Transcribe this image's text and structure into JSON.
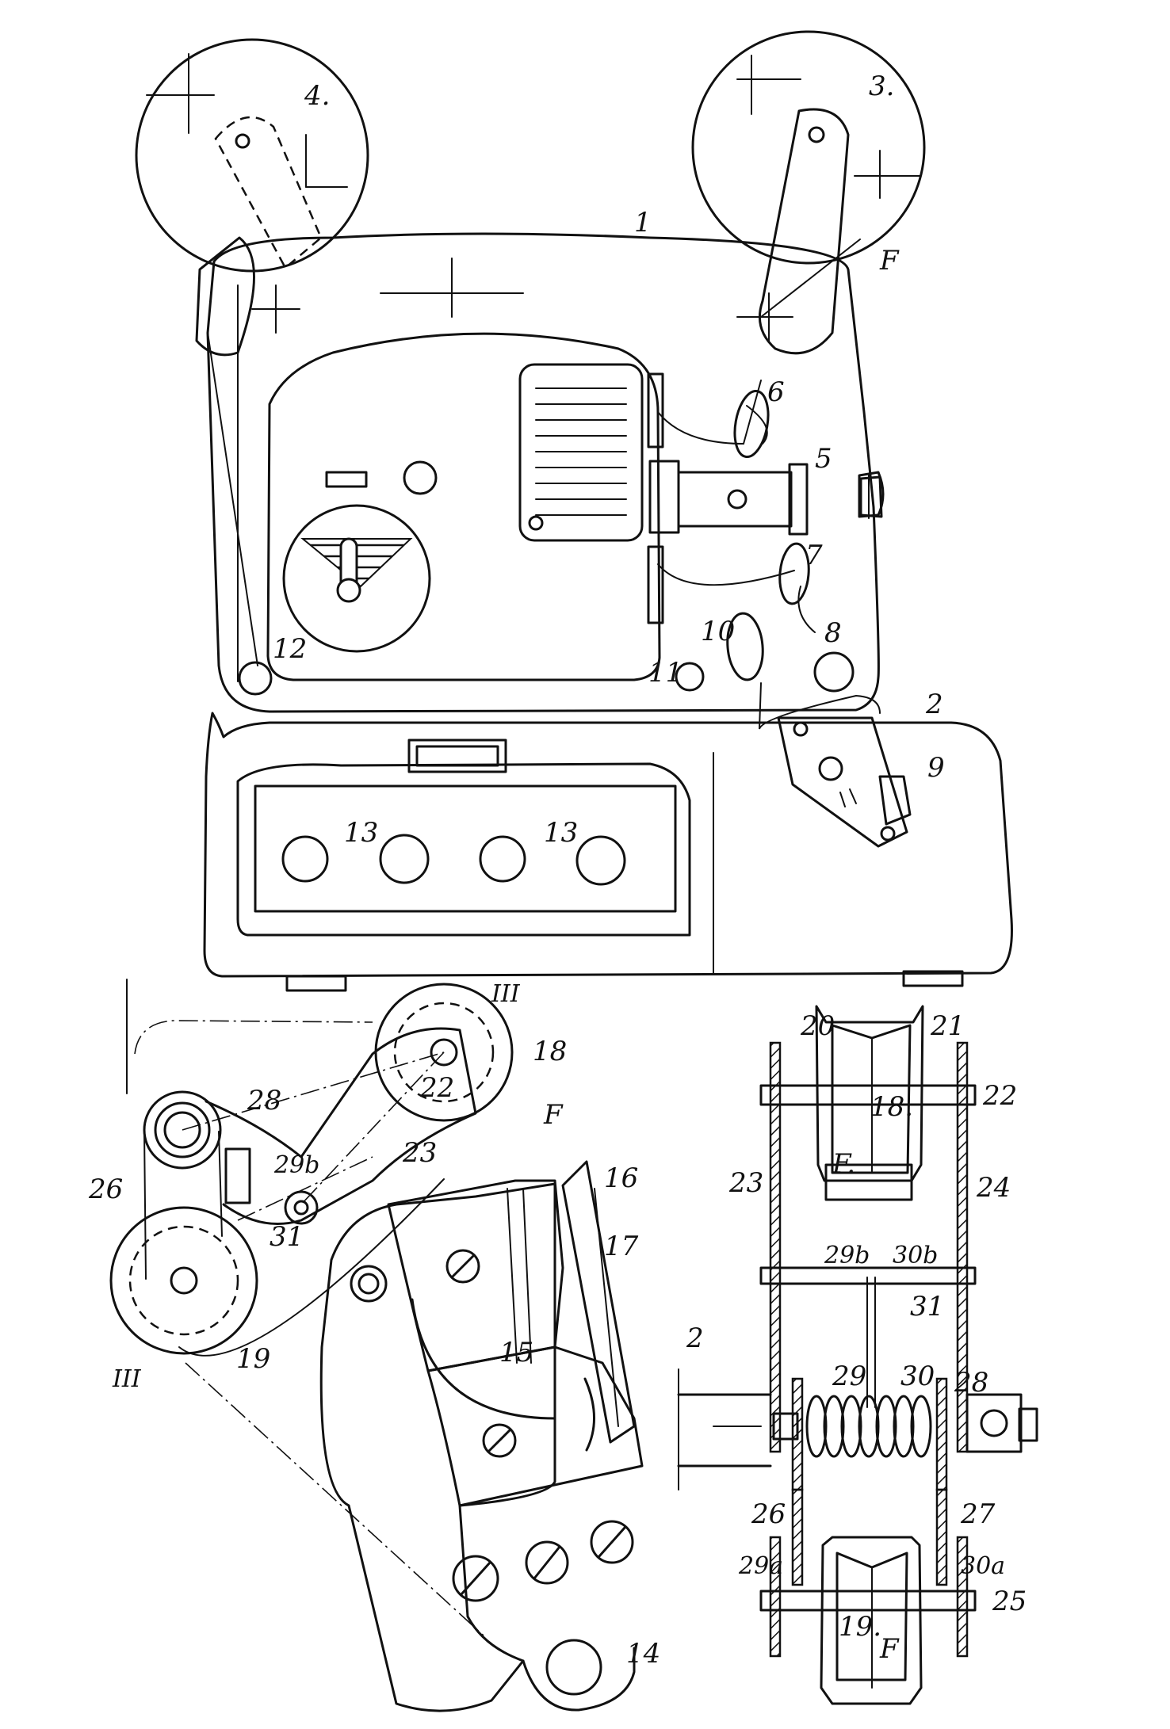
{
  "labels": {
    "fig1": {
      "n1": "1",
      "n2": "2",
      "n3": "3.",
      "n4": "4.",
      "n5": "5",
      "n6": "6",
      "n7": "7",
      "n8": "8",
      "n9": "9",
      "n10": "10",
      "n11": "11",
      "n12": "12",
      "n13a": "13",
      "n13b": "13",
      "f": "F"
    },
    "fig2": {
      "n14": "14",
      "n15": "15",
      "n16": "16",
      "n17": "17",
      "n18": "18",
      "n19": "19",
      "n22": "22",
      "n23": "23",
      "n26": "26",
      "n28": "28",
      "n29b": "29b",
      "n31": "31",
      "f": "F",
      "sec_top": "III",
      "sec_bot": "III"
    },
    "fig3": {
      "n2": "2",
      "n18": "18.",
      "n19": "19.",
      "n20": "20",
      "n21": "21",
      "n22": "22",
      "n23": "23",
      "n24": "24",
      "n25": "25",
      "n26": "26",
      "n27": "27",
      "n28": "28",
      "n29": "29",
      "n29a": "29a",
      "n29b": "29b",
      "n30": "30",
      "n30a": "30a",
      "n30b": "30b",
      "n31": "31",
      "f_top": "F.",
      "f_bot": "F"
    }
  }
}
